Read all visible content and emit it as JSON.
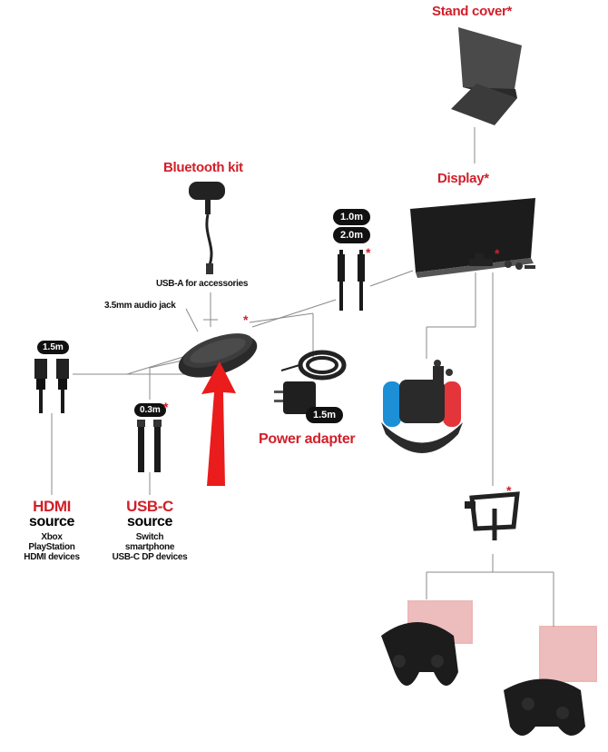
{
  "labels": {
    "stand_cover": "Stand cover*",
    "display": "Display*",
    "bluetooth_kit": "Bluetooth kit",
    "usb_a": "USB-A for accessories",
    "audio_jack": "3.5mm audio jack",
    "power_adapter": "Power adapter",
    "hdmi_title": "HDMI",
    "hdmi_source": "source",
    "hdmi_devices": [
      "Xbox",
      "PlayStation",
      "HDMI devices"
    ],
    "usbc_title": "USB-C",
    "usbc_source": "source",
    "usbc_devices": [
      "Switch",
      "smartphone",
      "USB-C DP devices"
    ]
  },
  "cable_lengths": {
    "hdmi": "1.5m",
    "usbc_display_1": "1.0m",
    "usbc_display_2": "2.0m",
    "usbc_source": "0.3m",
    "power": "1.5m"
  },
  "asterisk": "*",
  "colors": {
    "accent": "#d11f2a",
    "line": "#777777",
    "device": "#1a1a1a"
  }
}
